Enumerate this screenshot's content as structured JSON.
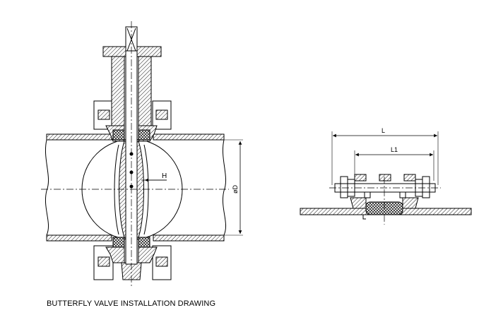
{
  "caption": "BUTTERFLY VALVE INSTALLATION DRAWING",
  "labels": {
    "diameter": "øD",
    "disc_offset": "H",
    "overall_length": "L",
    "bolt_length": "L1"
  },
  "colors": {
    "line": "#000000",
    "background": "#ffffff"
  }
}
